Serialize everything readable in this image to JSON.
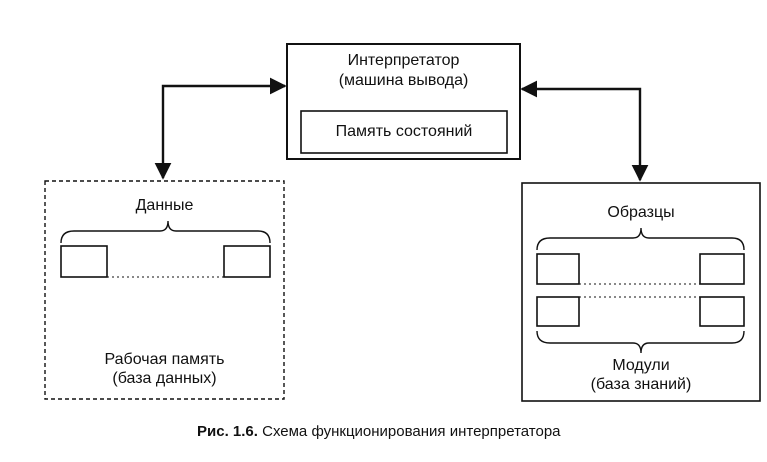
{
  "interpreter": {
    "title": "Интерпретатор",
    "subtitle": "(машина вывода)",
    "state_memory": "Память состояний"
  },
  "data_block": {
    "heading": "Данные",
    "caption_line1": "Рабочая память",
    "caption_line2": "(база данных)"
  },
  "knowledge_block": {
    "heading": "Образцы",
    "caption_line1": "Модули",
    "caption_line2": "(база знаний)"
  },
  "figure_caption": {
    "number": "Рис. 1.6.",
    "text": "Схема функционирования интерпретатора"
  }
}
